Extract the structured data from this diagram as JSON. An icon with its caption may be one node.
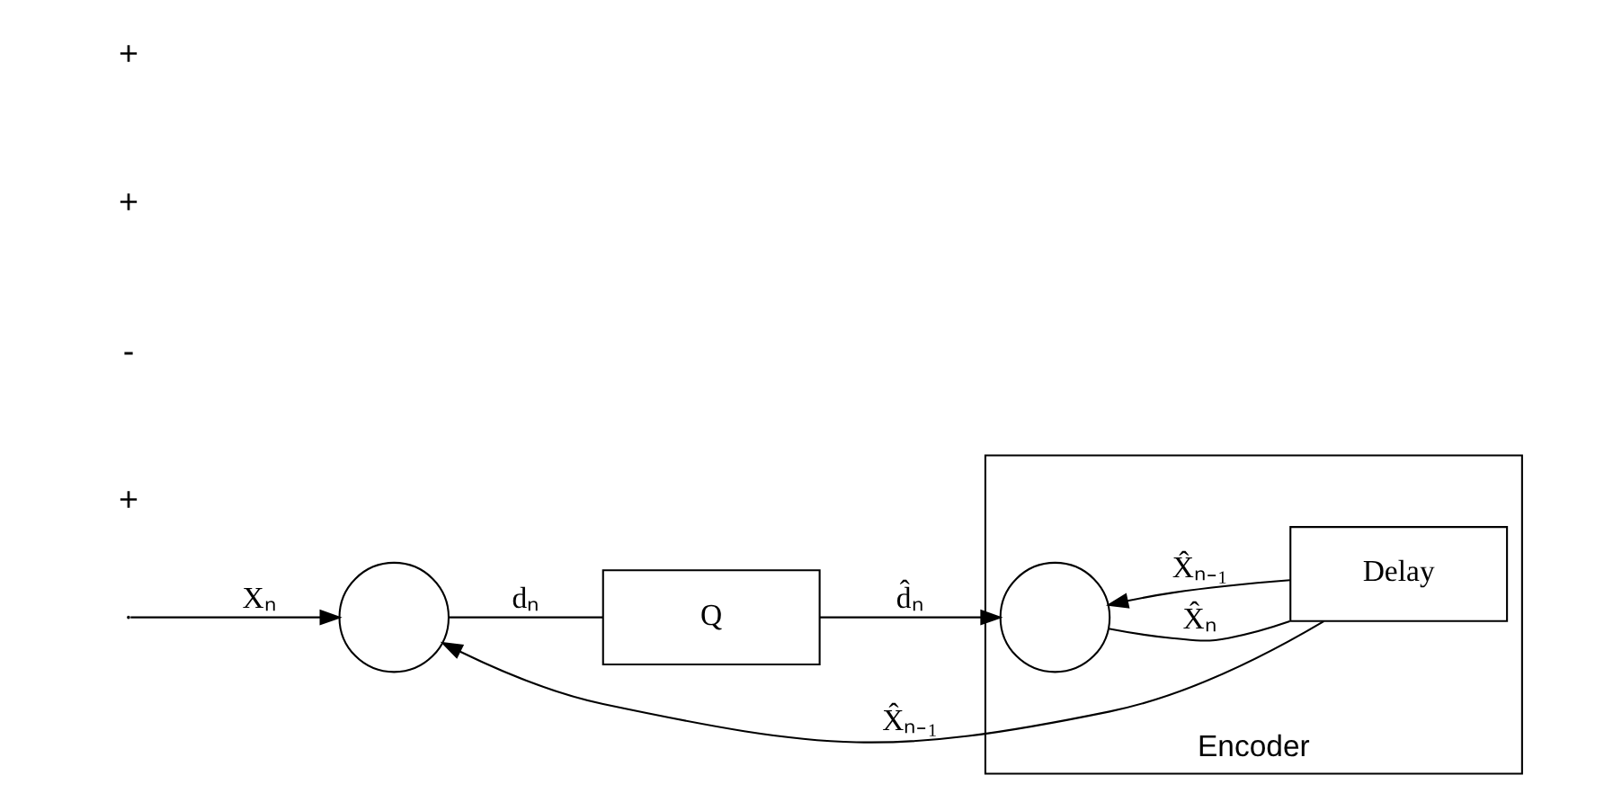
{
  "diagram": {
    "nodes": [
      {
        "text": [],
        "shape": "circle"
      },
      {
        "text": [
          "Q"
        ]
      },
      {
        "text": [
          "Encoder"
        ]
      },
      {
        "text": [],
        "shape": "circle",
        "in": 2
      },
      {
        "text": [
          "Delay"
        ],
        "in": 2
      }
    ],
    "edges": [
      {
        "from": null,
        "to": 0,
        "arrow": "to",
        "label": "Xₙ"
      },
      {
        "from": 0,
        "to": 1,
        "arrow": "none",
        "label": "dₙ"
      },
      {
        "from": 1,
        "to": 3,
        "arrow": "to",
        "label": "d̂ₙ"
      },
      {
        "from": 3,
        "to": 4,
        "arrow": "none",
        "label": "X̂ₙ"
      },
      {
        "from": 4,
        "to": 0,
        "arrow": "to",
        "label": "X̂ₙ₋₁"
      },
      {
        "from": 4,
        "to": 3,
        "arrow": "to",
        "label": "X̂ₙ₋₁"
      }
    ],
    "labels": [
      "+",
      "-",
      "+",
      "+"
    ]
  }
}
